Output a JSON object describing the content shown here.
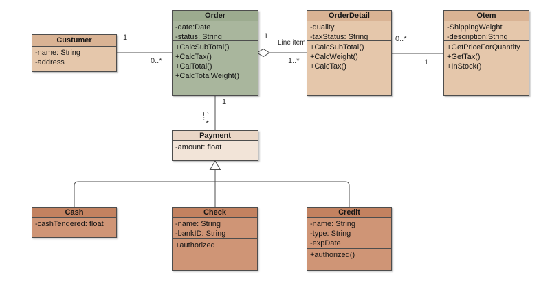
{
  "diagram": {
    "classes": {
      "custumer": {
        "name": "Custumer",
        "attributes": [
          "-name: String",
          "-address"
        ],
        "methods": []
      },
      "order": {
        "name": "Order",
        "attributes": [
          "-date:Date",
          "-status: String"
        ],
        "methods": [
          "+CalcSubTotal()",
          "+CalcTax()",
          "+CalTotal()",
          "+CalcTotalWeight()"
        ]
      },
      "orderdetail": {
        "name": "OrderDetail",
        "attributes": [
          "-quality",
          "-taxStatus: String"
        ],
        "methods": [
          "+CalcSubTotal()",
          "+CalcWeight()",
          "+CalcTax()"
        ]
      },
      "otem": {
        "name": "Otem",
        "attributes": [
          "-ShippingWeight",
          "-description:String"
        ],
        "methods": [
          "+GetPriceForQuantity",
          "+GetTax()",
          "+InStock()"
        ]
      },
      "payment": {
        "name": "Payment",
        "attributes": [
          "-amount: float"
        ],
        "methods": []
      },
      "cash": {
        "name": "Cash",
        "attributes": [
          "-cashTendered: float"
        ],
        "methods": []
      },
      "check": {
        "name": "Check",
        "attributes": [
          "-name: String",
          "-bankID: String"
        ],
        "methods": [
          "+authorized"
        ]
      },
      "credit": {
        "name": "Credit",
        "attributes": [
          "-name: String",
          "-type: String",
          "-expDate"
        ],
        "methods": [
          "+authorized()"
        ]
      }
    },
    "edges": {
      "custumer_order": {
        "source_mult": "1",
        "target_mult": "0..*"
      },
      "order_orderdetail": {
        "source_mult": "1",
        "label": "Line item",
        "target_mult": "1..*"
      },
      "orderdetail_otem": {
        "source_mult": "0..*",
        "target_mult": "1"
      },
      "order_payment": {
        "source_mult": "1",
        "target_mult": "1..*"
      }
    },
    "colors": {
      "order_fill": "#a9b69d",
      "order_header": "#9cab8f",
      "entity_fill": "#e5c7ab",
      "entity_header": "#d9b394",
      "payment_fill": "#f2e4d8",
      "payment_header": "#ead6c6",
      "subclass_fill": "#cf9576",
      "subclass_header": "#c38260",
      "connector": "#4d4d4d",
      "background": "#ffffff"
    }
  }
}
